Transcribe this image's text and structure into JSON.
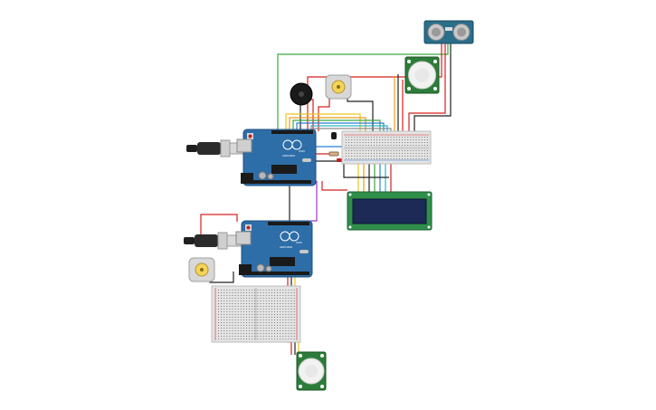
{
  "canvas": {
    "background": "#ffffff"
  },
  "components": {
    "arduino_top": {
      "label": "UNO",
      "brand": "ARDUINO",
      "icon": "arduino-uno-board-icon"
    },
    "arduino_bottom": {
      "label": "UNO",
      "brand": "ARDUINO",
      "icon": "arduino-uno-board-icon"
    },
    "ultrasonic": {
      "icon": "ultrasonic-sensor-icon"
    },
    "pir_top": {
      "icon": "pir-motion-sensor-icon"
    },
    "pir_bottom": {
      "icon": "pir-motion-sensor-icon"
    },
    "buzzer": {
      "icon": "piezo-buzzer-icon"
    },
    "motor_top": {
      "icon": "dc-motor-icon"
    },
    "motor_bottom": {
      "icon": "dc-motor-icon"
    },
    "lcd": {
      "icon": "lcd-16x2-icon"
    },
    "potentiometer": {
      "icon": "potentiometer-icon"
    },
    "breadboard_top": {
      "icon": "breadboard-icon"
    },
    "breadboard_bottom": {
      "icon": "breadboard-icon"
    },
    "usb_cable_top": {
      "icon": "usb-cable-icon"
    },
    "usb_cable_bottom": {
      "icon": "usb-cable-icon"
    }
  },
  "colors": {
    "board": "#2e6ea8",
    "board_dark": "#1f4f7d",
    "lcd_pcb": "#2f8f4a",
    "lcd_screen": "#1c2a55",
    "pir_pcb": "#2d7d3a",
    "breadboard": "#e4e4e4",
    "wire_red": "#d62020",
    "wire_black": "#222222",
    "wire_green": "#3aa844",
    "wire_orange": "#f09a1a",
    "wire_yellow": "#e6c619",
    "wire_blue": "#2a7fd4",
    "wire_cyan": "#29b8c8",
    "wire_purple": "#9a3ac0",
    "wire_gray": "#8a8a8a"
  }
}
